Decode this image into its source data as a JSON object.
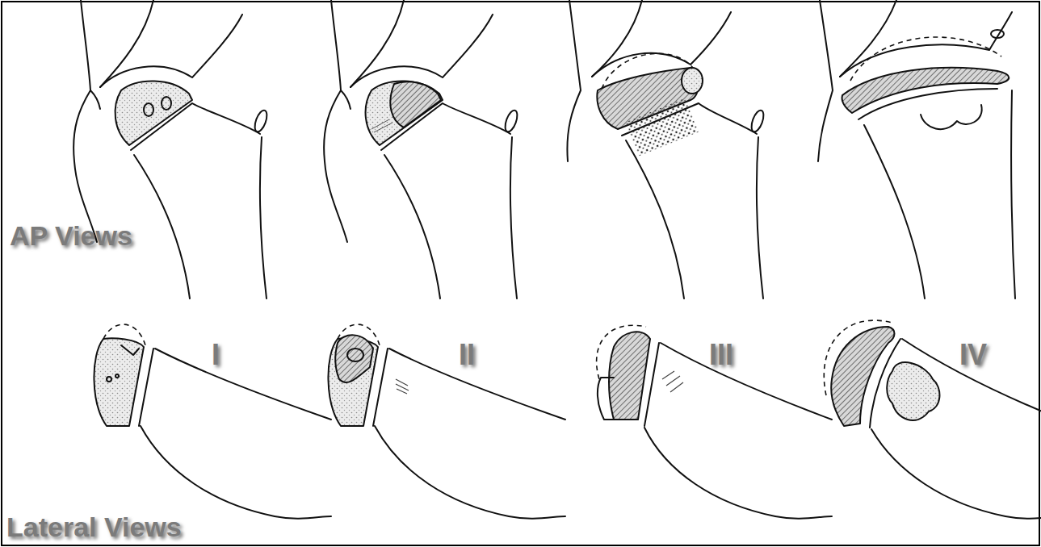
{
  "diagram": {
    "labels": [
      "AP Views",
      "I",
      "II",
      "III",
      "IV",
      "Lateral Views"
    ]
  }
}
